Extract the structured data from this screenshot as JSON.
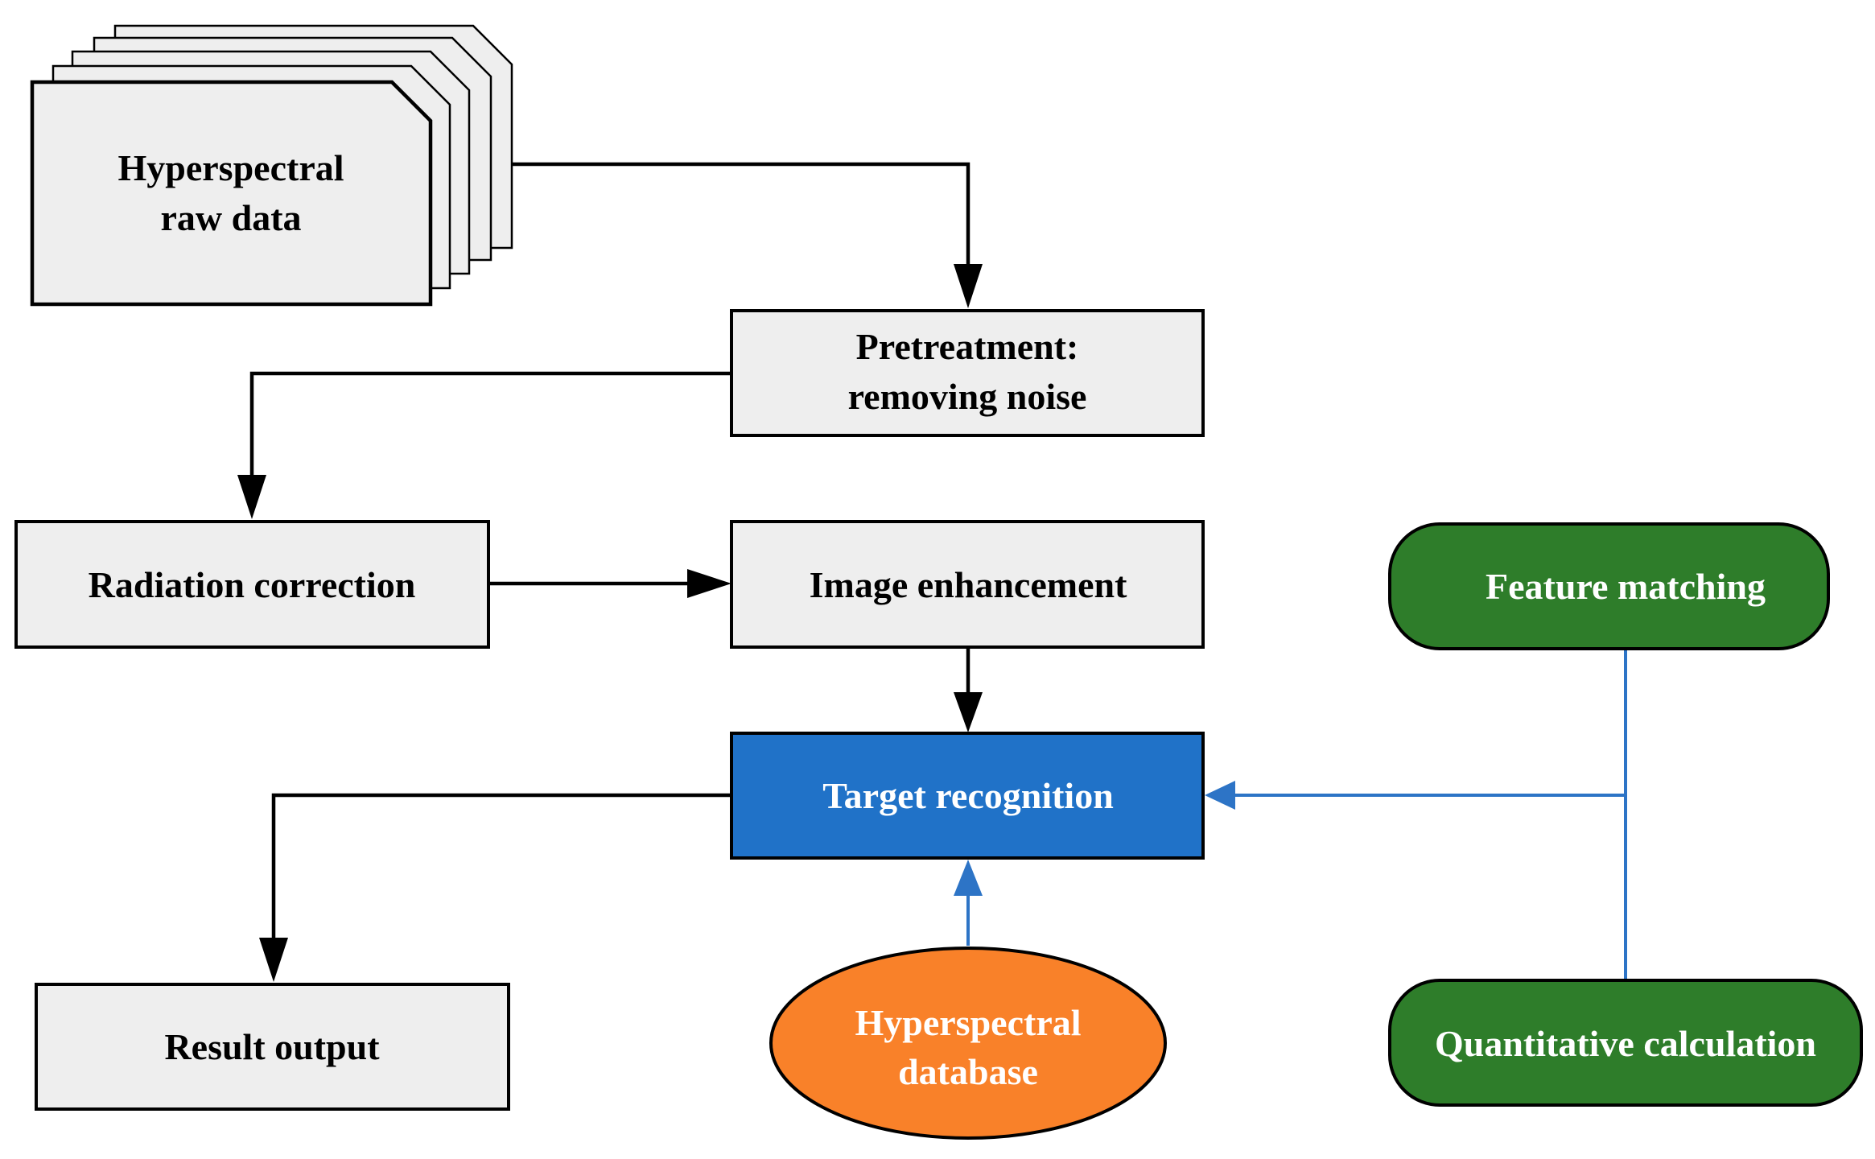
{
  "colors": {
    "gray_box": "#eeeeee",
    "target_box": "#2072c8",
    "database_ellipse": "#f98129",
    "green_box": "#2e7d2a",
    "blue_line": "#2d74c6",
    "black_line": "#000000"
  },
  "nodes": {
    "raw_data": {
      "line1": "Hyperspectral",
      "line2": "raw data",
      "shape": "document-stack"
    },
    "pretreatment": {
      "line1": "Pretreatment:",
      "line2": "removing noise"
    },
    "radiation_correction": {
      "label": "Radiation correction"
    },
    "image_enhancement": {
      "label": "Image enhancement"
    },
    "target_recognition": {
      "label": "Target recognition"
    },
    "result_output": {
      "label": "Result output"
    },
    "hyperspectral_database": {
      "line1": "Hyperspectral",
      "line2": "database"
    },
    "feature_matching": {
      "label": "Feature matching"
    },
    "quantitative_calculation": {
      "label": "Quantitative calculation"
    }
  },
  "edges": [
    {
      "from": "raw_data",
      "to": "pretreatment"
    },
    {
      "from": "pretreatment",
      "to": "radiation_correction"
    },
    {
      "from": "radiation_correction",
      "to": "image_enhancement"
    },
    {
      "from": "image_enhancement",
      "to": "target_recognition"
    },
    {
      "from": "target_recognition",
      "to": "result_output"
    },
    {
      "from": "hyperspectral_database",
      "to": "target_recognition"
    },
    {
      "from": "feature_matching",
      "to": "target_recognition"
    },
    {
      "from": "quantitative_calculation",
      "to": "target_recognition"
    }
  ]
}
